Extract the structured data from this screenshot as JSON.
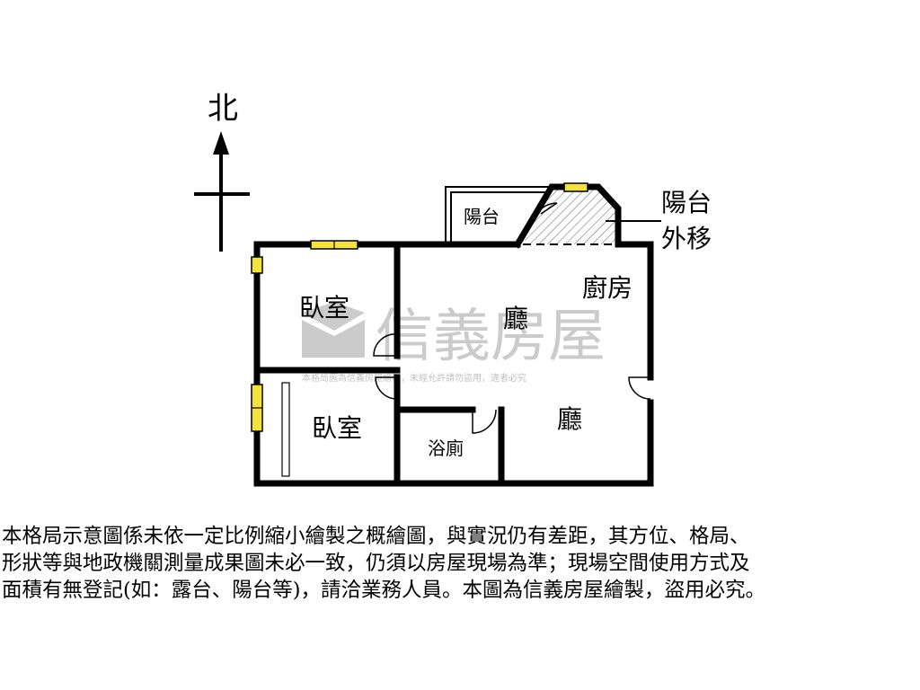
{
  "compass": {
    "north_label": "北"
  },
  "rooms": {
    "bedroom_1": "臥室",
    "bedroom_2": "臥室",
    "living_1": "廳",
    "living_2": "廳",
    "kitchen": "廚房",
    "bathroom": "浴廁",
    "balcony": "陽台"
  },
  "annotation": {
    "line1": "陽台",
    "line2": "外移"
  },
  "watermark": {
    "brand": "信義房屋",
    "notice": "本格局圖為信義房屋繪製，未經允許請勿盜用，違者必究"
  },
  "disclaimer": {
    "line1": "本格局示意圖係未依一定比例縮小繪製之概繪圖，與實況仍有差距，其方位、格局、",
    "line2": "形狀等與地政機關測量成果圖未必一致，仍須以房屋現場為準；現場空間使用方式及",
    "line3": "面積有無登記(如：露台、陽台等)，請洽業務人員。本圖為信義房屋繪製，盜用必究。"
  },
  "colors": {
    "window": "#f5e23a",
    "wall": "#000000",
    "watermark": "#8c8c8c"
  }
}
